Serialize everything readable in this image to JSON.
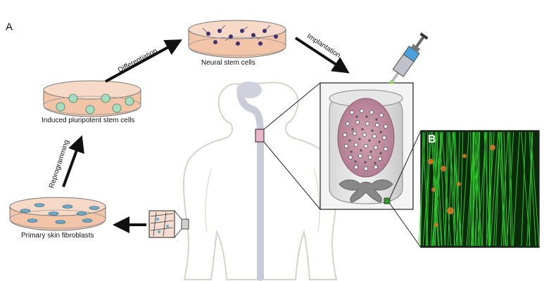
{
  "panels": {
    "a": "A",
    "b": "B"
  },
  "stages": {
    "fibroblasts": "Primary skin fibroblasts",
    "ipsc": "Induced pluripotent stem cells",
    "neural": "Neural stem cells"
  },
  "steps": {
    "reprogramming": "Reprogramming",
    "differentiation": "Differentiation",
    "implantation": "Implantation"
  }
}
